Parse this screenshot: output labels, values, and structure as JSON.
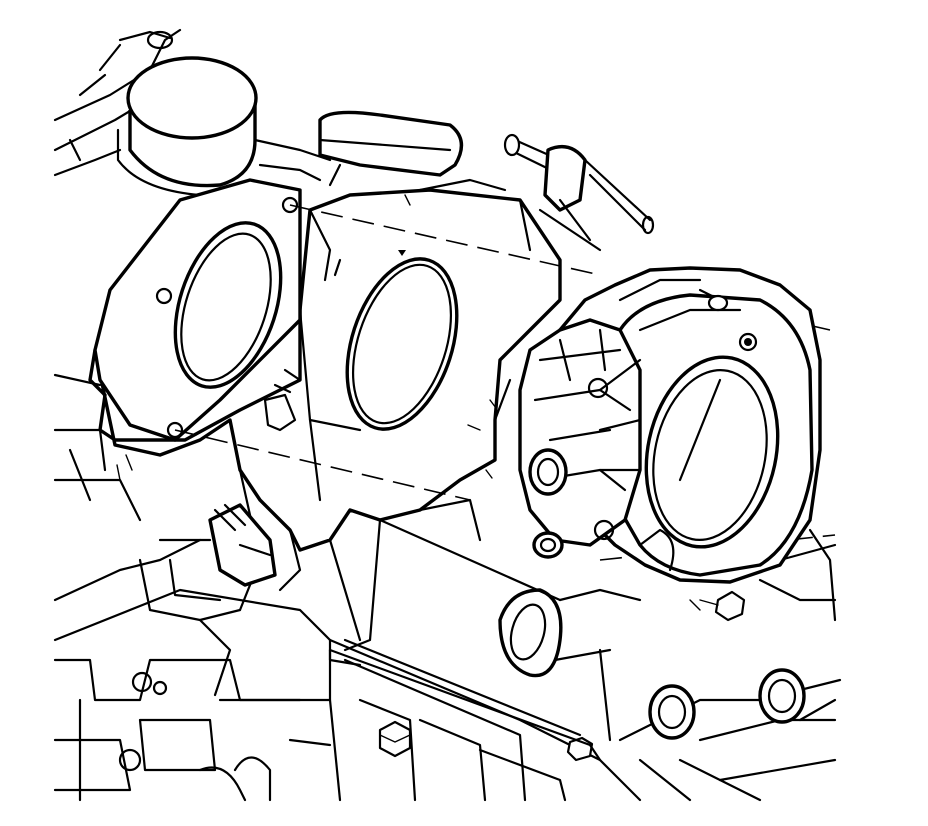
{
  "figure": {
    "background": "#ffffff",
    "ink": "#000000",
    "style": "black-and-white technical line illustration"
  },
  "parts": {
    "intake_manifold": "intake-manifold",
    "throttle_body_gasket": "throttle-body-gasket",
    "throttle_body": "throttle-body",
    "throttle_body_bolts": "throttle-body-bolts",
    "oil_filter_cap": "oil-fill-cap",
    "sensor": "sensor",
    "engine_block": "engine-block",
    "coolant_pipes": "coolant-pipes"
  }
}
